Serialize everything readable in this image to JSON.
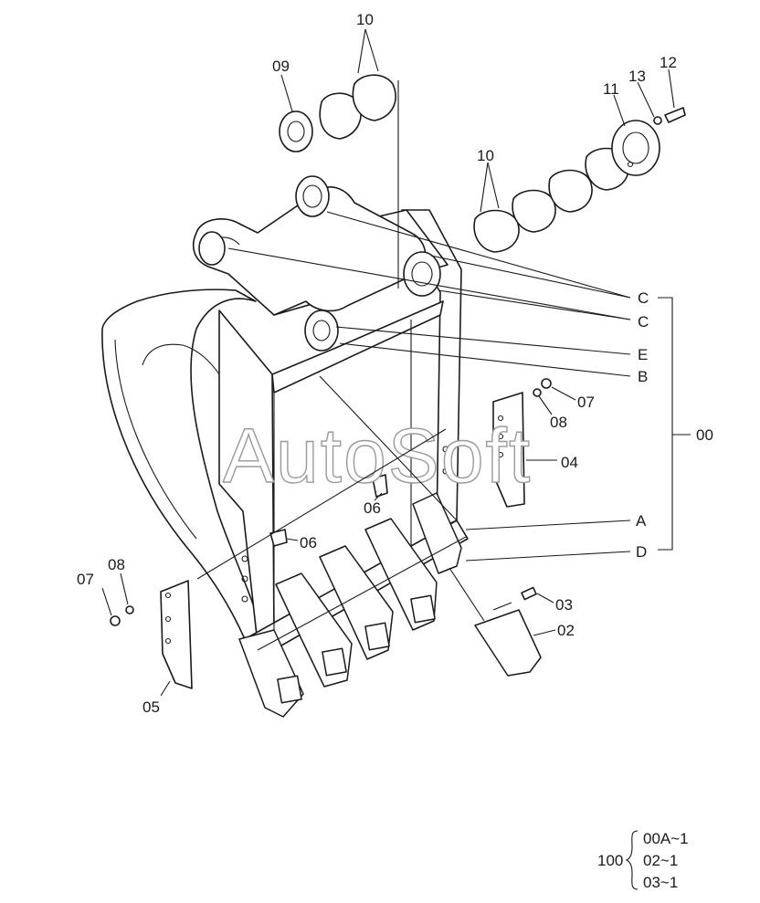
{
  "watermark": "AutoSoft",
  "callouts": {
    "c02": "02",
    "c03": "03",
    "c04": "04",
    "c05": "05",
    "c06a": "06",
    "c06b": "06",
    "c07a": "07",
    "c07b": "07",
    "c08a": "08",
    "c08b": "08",
    "c09": "09",
    "c10a": "10",
    "c10b": "10",
    "c11": "11",
    "c12": "12",
    "c13": "13",
    "c00": "00",
    "cA": "A",
    "cB": "B",
    "cC1": "C",
    "cC2": "C",
    "cD": "D",
    "cE": "E"
  },
  "assembly": {
    "number": "100",
    "items": [
      "00A~1",
      "02~1",
      "03~1"
    ]
  }
}
